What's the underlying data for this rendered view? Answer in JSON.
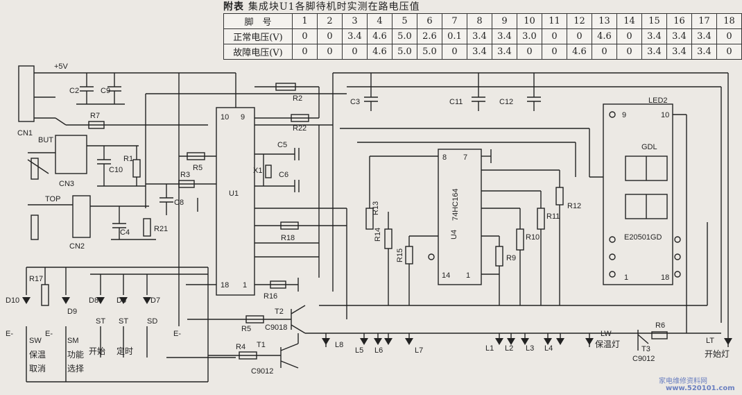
{
  "table": {
    "caption_bold": "附表",
    "caption_text": "集成块U1各脚待机时实测在路电压值",
    "header_label": "脚　号",
    "pins": [
      "1",
      "2",
      "3",
      "4",
      "5",
      "6",
      "7",
      "8",
      "9",
      "10",
      "11",
      "12",
      "13",
      "14",
      "15",
      "16",
      "17",
      "18"
    ],
    "rows": [
      {
        "label": "正常电压(V)",
        "values": [
          "0",
          "0",
          "3.4",
          "4.6",
          "5.0",
          "2.6",
          "0.1",
          "3.4",
          "3.4",
          "3.0",
          "0",
          "0",
          "4.6",
          "0",
          "3.4",
          "3.4",
          "3.4",
          "0"
        ]
      },
      {
        "label": "故障电压(V)",
        "values": [
          "0",
          "0",
          "0",
          "4.6",
          "5.0",
          "5.0",
          "0",
          "3.4",
          "3.4",
          "0",
          "0",
          "4.6",
          "0",
          "0",
          "3.4",
          "3.4",
          "3.4",
          "0"
        ]
      }
    ]
  },
  "labels": {
    "plus5v": "+5V",
    "cn1": "CN1",
    "c2": "C2",
    "c9": "C9",
    "r7": "R7",
    "but": "BUT",
    "cn3": "CN3",
    "c10": "C10",
    "r1": "R1",
    "top": "TOP",
    "cn2": "CN2",
    "c4": "C4",
    "r21": "R21",
    "r5": "R5",
    "r3": "R3",
    "c8": "C8",
    "r2": "R2",
    "r22": "R22",
    "c5": "C5",
    "c6": "C6",
    "x1": "X1",
    "u1": "U1",
    "pin10": "10",
    "pin9": "9",
    "pin18": "18",
    "pin1": "1",
    "r18": "R18",
    "r16": "R16",
    "c3": "C3",
    "c11": "C11",
    "c12": "C12",
    "r13": "R13",
    "r14": "R14",
    "r15": "R15",
    "u4": "U4",
    "ic74": "74HC164",
    "u4p8": "8",
    "u4p7": "7",
    "u4p14": "14",
    "u4p1": "1",
    "r9": "R9",
    "r10": "R10",
    "r11": "R11",
    "r12": "R12",
    "led2": "LED2",
    "gdl": "GDL",
    "disp": "E20501GD",
    "dp9": "9",
    "dp10": "10",
    "dp1": "1",
    "dp18": "18",
    "r17": "R17",
    "d10": "D10",
    "d9": "D9",
    "d8": "D8",
    "d6": "D6",
    "d7": "D7",
    "st1": "ST",
    "st2": "ST",
    "sd": "SD",
    "sw": "SW",
    "sm": "SM",
    "e1": "E-",
    "e2": "E-",
    "e3": "E-",
    "baowen": "保温",
    "quxiao": "取消",
    "gongneng": "功能",
    "xuanze": "选择",
    "kaishi": "开始",
    "dingshi": "定时",
    "r5b": "R5",
    "r4": "R4",
    "t2": "T2",
    "c9018": "C9018",
    "t1": "T1",
    "c9012a": "C9012",
    "l8": "L8",
    "l5": "L5",
    "l6": "L6",
    "l7": "L7",
    "l1": "L1",
    "l2": "L2",
    "l3": "L3",
    "l4": "L4",
    "lw": "LW",
    "bwd": "保温灯",
    "r6": "R6",
    "t3": "T3",
    "c9012b": "C9012",
    "lt": "LT",
    "ksd": "开始灯"
  },
  "watermark": {
    "line1": "家电维修资料网",
    "line2": "www.520101.com"
  }
}
